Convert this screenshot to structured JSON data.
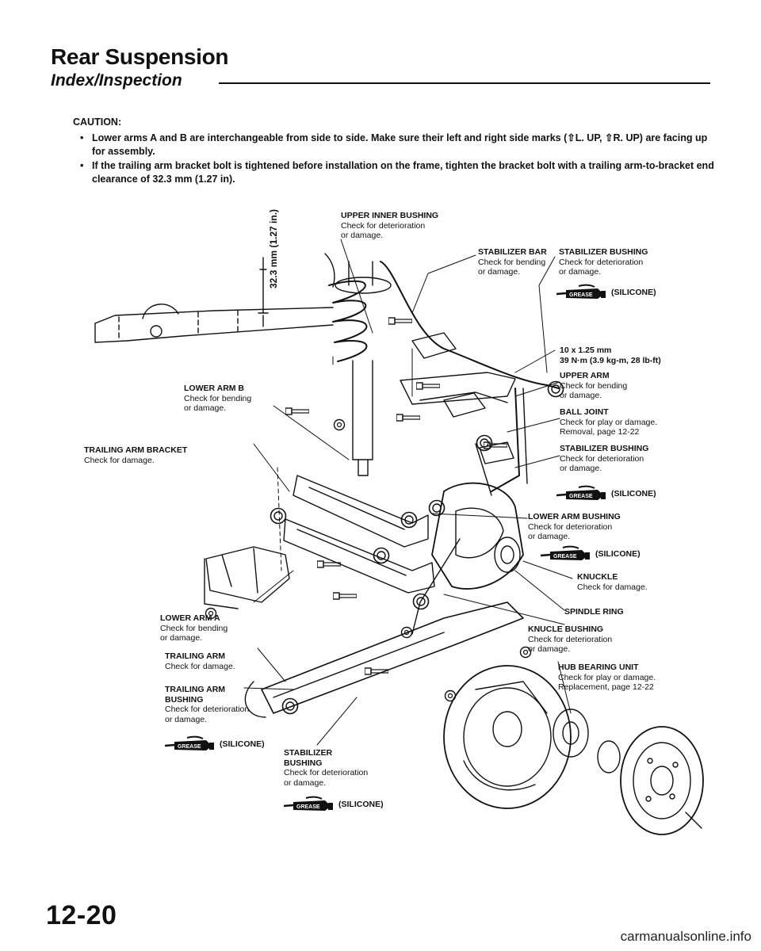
{
  "title": "Rear Suspension",
  "section": "Index/Inspection",
  "caution": {
    "title": "CAUTION:",
    "items": [
      "Lower arms A and B are interchangeable from side to side. Make sure their left and right side marks (⇧L. UP, ⇧R. UP) are facing up for assembly.",
      "If the trailing arm bracket bolt is tightened before installation on the frame, tighten the bracket bolt with a trailing arm-to-bracket end clearance of 32.3 mm (1.27 in)."
    ]
  },
  "dimension": {
    "mm": "32.3 mm",
    "in": "(1.27 in.)"
  },
  "labels": {
    "upper_inner_bushing": {
      "name": "UPPER INNER BUSHING",
      "desc1": "Check for deterioration",
      "desc2": "or damage."
    },
    "stabilizer_bar": {
      "name": "STABILIZER BAR",
      "desc1": "Check for bending",
      "desc2": "or damage."
    },
    "stabilizer_bushing_top": {
      "name": "STABILIZER BUSHING",
      "desc1": "Check for deterioration",
      "desc2": "or damage.",
      "grease": "(SILICONE)"
    },
    "spec": {
      "line1": "10 x 1.25 mm",
      "line2": "39 N·m (3.9 kg-m, 28 lb-ft)"
    },
    "upper_arm": {
      "name": "UPPER ARM",
      "desc1": "Check for bending",
      "desc2": "or damage."
    },
    "ball_joint": {
      "name": "BALL JOINT",
      "desc1": "Check for play or damage.",
      "desc2": "Removal, page 12-22"
    },
    "stabilizer_bushing_mid": {
      "name": "STABILIZER BUSHING",
      "desc1": "Check for deterioration",
      "desc2": "or damage.",
      "grease": "(SILICONE)"
    },
    "lower_arm_b": {
      "name": "LOWER ARM B",
      "desc1": "Check for bending",
      "desc2": "or damage."
    },
    "trailing_arm_bracket": {
      "name": "TRAILING ARM BRACKET",
      "desc1": "Check for damage."
    },
    "lower_arm_bushing": {
      "name": "LOWER ARM BUSHING",
      "desc1": "Check for deterioration",
      "desc2": "or damage.",
      "grease": "(SILICONE)"
    },
    "knuckle": {
      "name": "KNUCKLE",
      "desc1": "Check for damage."
    },
    "spindle_ring": {
      "name": "SPINDLE RING"
    },
    "lower_arm_a": {
      "name": "LOWER ARM A",
      "desc1": "Check for bending",
      "desc2": "or damage."
    },
    "knuckle_bushing": {
      "name": "KNUCLE BUSHING",
      "desc1": "Check for deterioration",
      "desc2": "or damage."
    },
    "trailing_arm": {
      "name": "TRAILING ARM",
      "desc1": "Check for damage."
    },
    "hub_bearing_unit": {
      "name": "HUB BEARING UNIT",
      "desc1": "Check for play or damage.",
      "desc2": "Replacement, page 12-22"
    },
    "trailing_arm_bushing": {
      "name": "TRAILING ARM",
      "name2": "BUSHING",
      "desc1": "Check for deterioration",
      "desc2": "or damage.",
      "grease": "(SILICONE)"
    },
    "stabilizer_bushing_bottom": {
      "name": "STABILIZER",
      "name2": "BUSHING",
      "desc1": "Check for deterioration",
      "desc2": "or damage.",
      "grease": "(SILICONE)"
    }
  },
  "grease_icon_text": "GREASE",
  "page_number": "12-20",
  "watermark": "carmanualsonline.info"
}
